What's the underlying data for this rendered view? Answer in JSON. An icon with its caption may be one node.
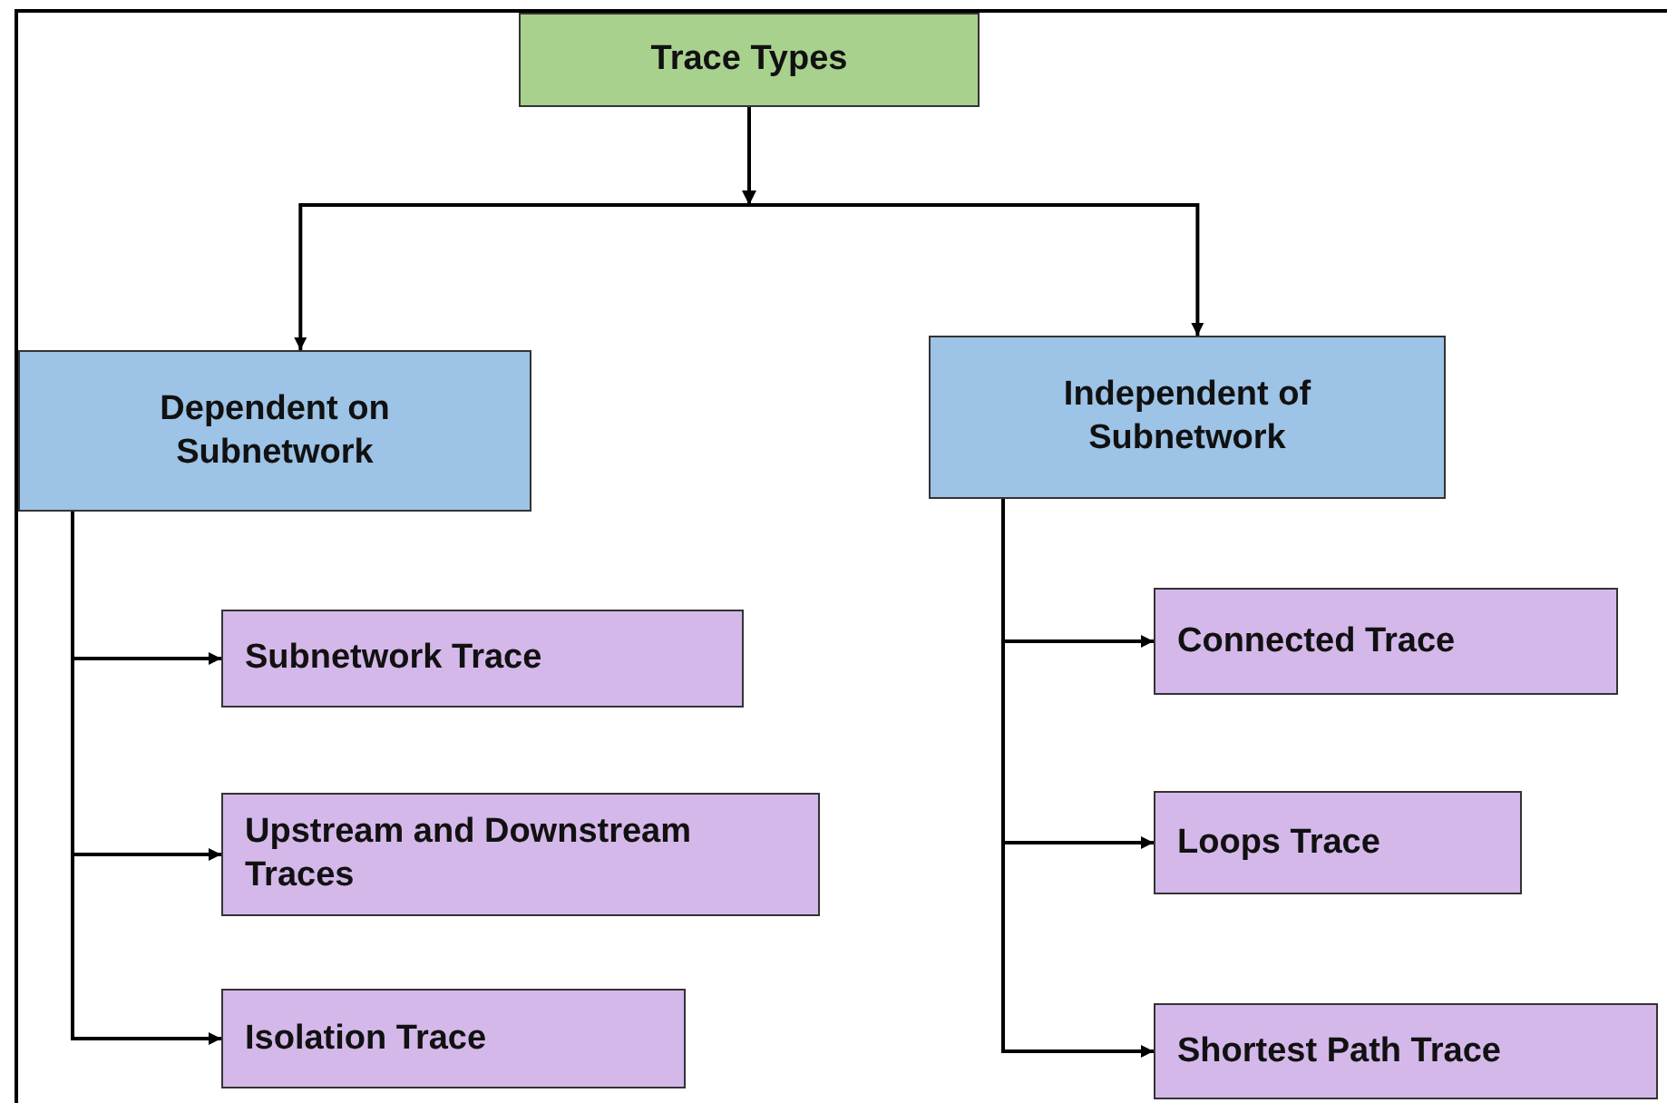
{
  "diagram": {
    "nodes": [
      {
        "text": [
          "Trace Types"
        ]
      },
      {
        "text": [
          "Dependent on Subnetwork"
        ]
      },
      {
        "text": [
          "Independent of Subnetwork"
        ]
      },
      {
        "text": [
          "Subnetwork Trace"
        ]
      },
      {
        "text": [
          "Upstream and Downstream Traces"
        ]
      },
      {
        "text": [
          "Isolation Trace"
        ]
      },
      {
        "text": [
          "Connected Trace"
        ]
      },
      {
        "text": [
          "Loops Trace"
        ]
      },
      {
        "text": [
          "Shortest Path Trace"
        ]
      }
    ],
    "edges": [
      {
        "from": 0,
        "to": 1,
        "arrow": "to"
      },
      {
        "from": 0,
        "to": 2,
        "arrow": "to"
      },
      {
        "from": 1,
        "to": 3,
        "arrow": "to"
      },
      {
        "from": 1,
        "to": 4,
        "arrow": "to"
      },
      {
        "from": 1,
        "to": 5,
        "arrow": "to"
      },
      {
        "from": 2,
        "to": 6,
        "arrow": "to"
      },
      {
        "from": 2,
        "to": 7,
        "arrow": "to"
      },
      {
        "from": 2,
        "to": 8,
        "arrow": "to"
      }
    ]
  }
}
